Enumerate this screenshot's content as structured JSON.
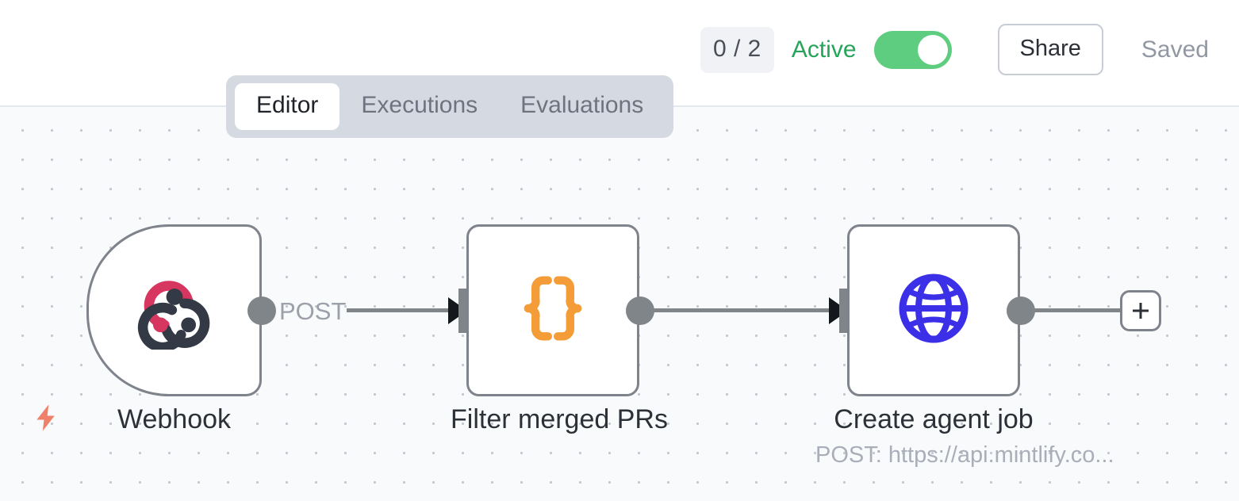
{
  "header": {
    "execution_count": "0 / 2",
    "active_label": "Active",
    "active_toggle_on": true,
    "share_label": "Share",
    "saved_label": "Saved",
    "colors": {
      "active_green": "#25a55a",
      "toggle_green": "#5fcd7f",
      "badge_bg": "#f1f2f6",
      "saved_gray": "#9298a3"
    }
  },
  "tabs": {
    "items": [
      {
        "label": "Editor",
        "active": true
      },
      {
        "label": "Executions",
        "active": false
      },
      {
        "label": "Evaluations",
        "active": false
      }
    ]
  },
  "canvas": {
    "trigger_icon": "lightning-bolt-icon",
    "trigger_icon_color": "#ef8069",
    "grid": "dot-grid",
    "add_node_label": "+",
    "nodes": [
      {
        "id": "webhook",
        "label": "Webhook",
        "sublabel": "",
        "icon": "webhook-icon",
        "icon_colors": [
          "#d6365f",
          "#333a45"
        ],
        "type": "trigger",
        "output_label": "POST"
      },
      {
        "id": "filter-merged-prs",
        "label": "Filter merged PRs",
        "sublabel": "",
        "icon": "curly-braces-icon",
        "icon_colors": [
          "#f39c38"
        ],
        "type": "code",
        "output_label": ""
      },
      {
        "id": "create-agent-job",
        "label": "Create agent job",
        "sublabel": "POST: https://api.mintlify.co...",
        "icon": "globe-icon",
        "icon_colors": [
          "#3b30e8"
        ],
        "type": "http-request",
        "output_label": ""
      }
    ]
  }
}
